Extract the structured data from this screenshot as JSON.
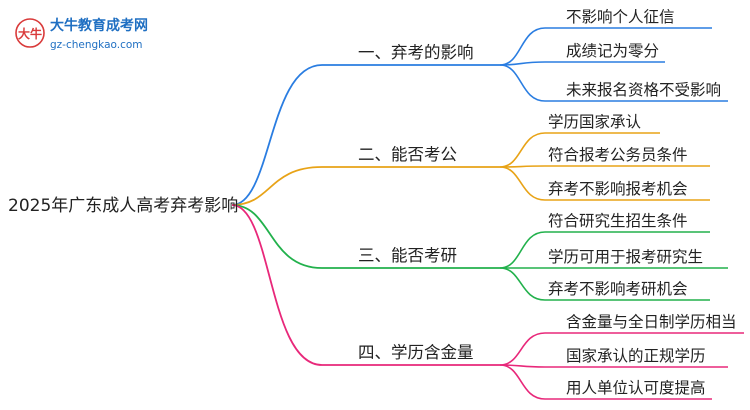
{
  "logo": {
    "title": "大牛教育成考网",
    "url": "gz-chengkao.com",
    "mark_text": "大牛",
    "color": "#1f6fc2",
    "accent": "#d93a3a"
  },
  "root": {
    "label": "2025年广东成人高考弃考影响"
  },
  "branches": [
    {
      "label": "一、弃考的影响",
      "color": "#2a7de1",
      "children": [
        "不影响个人征信",
        "成绩记为零分",
        "未来报名资格不受影响"
      ]
    },
    {
      "label": "二、能否考公",
      "color": "#e8a317",
      "children": [
        "学历国家承认",
        "符合报考公务员条件",
        "弃考不影响报考机会"
      ]
    },
    {
      "label": "三、能否考研",
      "color": "#22b14c",
      "children": [
        "符合研究生招生条件",
        "学历可用于报考研究生",
        "弃考不影响考研机会"
      ]
    },
    {
      "label": "四、学历含金量",
      "color": "#e8287a",
      "children": [
        "含金量与全日制学历相当",
        "国家承认的正规学历",
        "用人单位认可度提高"
      ]
    }
  ]
}
